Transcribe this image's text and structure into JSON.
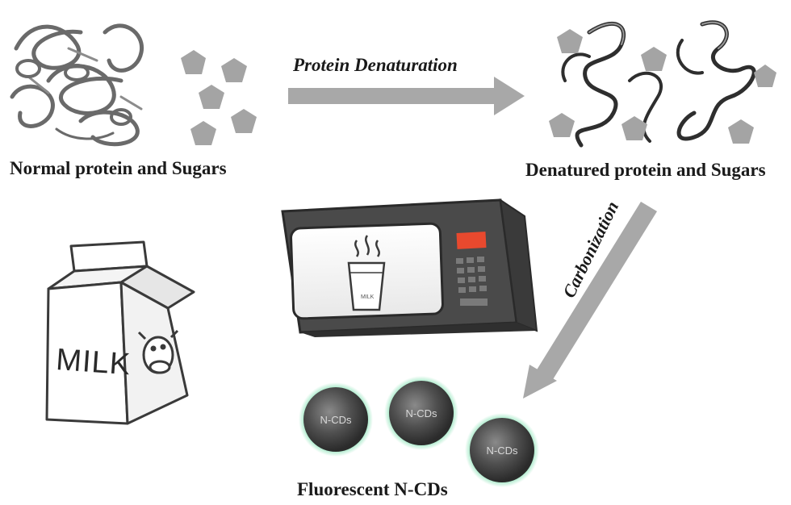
{
  "labels": {
    "normal": "Normal protein and Sugars",
    "denatured": "Denatured protein and Sugars",
    "fluorescent": "Fluorescent N-CDs",
    "protein_denaturation": "Protein Denaturation",
    "carbonization": "Carbonization"
  },
  "milk_carton": {
    "text": "MILK"
  },
  "glass_label": "MILK",
  "nanodots": [
    "N-CDs",
    "N-CDs",
    "N-CDs"
  ],
  "colors": {
    "arrow": "#a8a8a8",
    "pentagon": "#a4a4a4",
    "glow": "#7fe0b0",
    "microwave_body": "#4a4a4a",
    "microwave_display": "#e8492e"
  }
}
